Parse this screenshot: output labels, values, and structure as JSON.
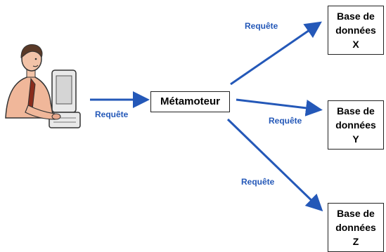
{
  "diagram": {
    "user": {
      "icon": "person-at-computer-icon"
    },
    "engine": {
      "label": "Métamoteur"
    },
    "databases": [
      {
        "lines": [
          "Base de",
          "données",
          "X"
        ]
      },
      {
        "lines": [
          "Base de",
          "données",
          "Y"
        ]
      },
      {
        "lines": [
          "Base de",
          "données",
          "Z"
        ]
      }
    ],
    "edges": {
      "user_to_engine": "Requête",
      "engine_to_x": "Requête",
      "engine_to_y": "Requête",
      "engine_to_z": "Requête"
    },
    "colors": {
      "arrow": "#2458b8",
      "label": "#2458b8",
      "box_border": "#222222"
    }
  }
}
